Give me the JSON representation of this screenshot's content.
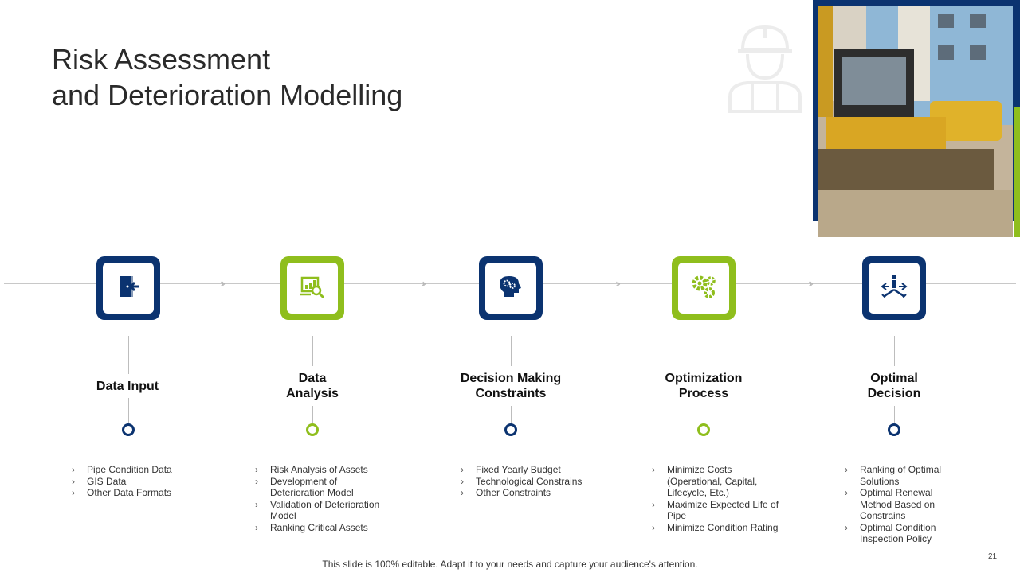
{
  "title": {
    "line1": "Risk Assessment",
    "line2": "and Deterioration  Modelling"
  },
  "colors": {
    "blue": "#0b3370",
    "green": "#8fbe1d"
  },
  "steps": [
    {
      "title_lines": [
        "Data Input"
      ],
      "icon": "door-enter-icon",
      "accent": "blue",
      "bullets": [
        "Pipe Condition Data",
        "GIS Data",
        "Other Data Formats"
      ]
    },
    {
      "title_lines": [
        "Data",
        "Analysis"
      ],
      "icon": "data-analysis-magnifier-icon",
      "accent": "green",
      "bullets": [
        "Risk Analysis of Assets",
        "Development of Deterioration Model",
        "Validation of Deterioration Model",
        "Ranking Critical Assets"
      ]
    },
    {
      "title_lines": [
        "Decision Making",
        "Constraints"
      ],
      "icon": "head-gears-icon",
      "accent": "blue",
      "bullets": [
        "Fixed Yearly Budget",
        "Technological Constrains",
        "Other Constraints"
      ]
    },
    {
      "title_lines": [
        "Optimization",
        "Process"
      ],
      "icon": "gears-icon",
      "accent": "green",
      "bullets": [
        "Minimize Costs (Operational, Capital, Lifecycle, Etc.)",
        "Maximize Expected Life of Pipe",
        "Minimize Condition Rating"
      ]
    },
    {
      "title_lines": [
        "Optimal",
        "Decision"
      ],
      "icon": "decision-arrows-icon",
      "accent": "blue",
      "bullets": [
        "Ranking of Optimal Solutions",
        "Optimal Renewal Method Based on Constrains",
        "Optimal Condition Inspection Policy"
      ]
    }
  ],
  "footer": "This slide is 100% editable. Adapt it to your needs and capture your audience's attention.",
  "page_number": "21"
}
